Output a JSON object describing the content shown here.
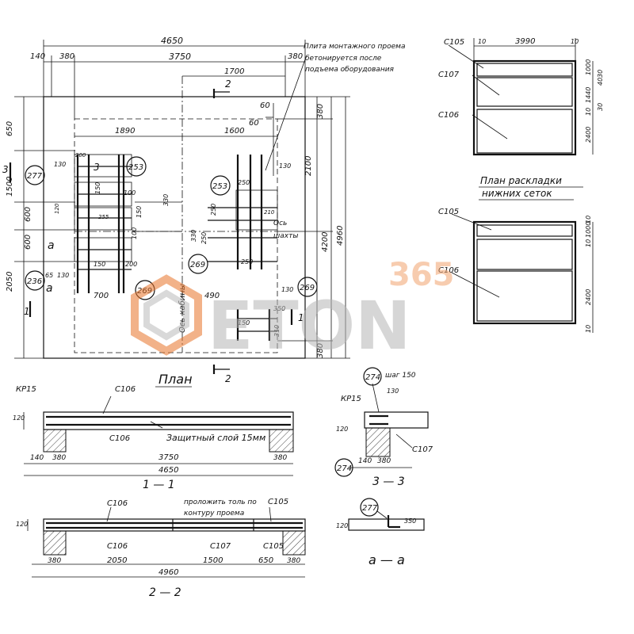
{
  "plan": {
    "title": "План",
    "dims_top": [
      "140",
      "380",
      "4650",
      "3750",
      "380",
      "1700",
      "1890",
      "1600",
      "60",
      "60"
    ],
    "dims_left": [
      "650",
      "1500",
      "600",
      "600",
      "2050",
      "65",
      "130"
    ],
    "dims_right": [
      "380",
      "2100",
      "4200",
      "4960",
      "380"
    ],
    "note": [
      "Плита монтажного проема",
      "бетонируется после",
      "подъема оборудования"
    ],
    "inner_dims": [
      "130",
      "200",
      "100",
      "250",
      "150",
      "330",
      "250",
      "210",
      "255",
      "250",
      "150",
      "150",
      "200",
      "700",
      "490",
      "130",
      "350",
      "130",
      "310",
      "330",
      "250",
      "150",
      "100",
      "120"
    ],
    "markers": [
      "277",
      "253",
      "253",
      "236",
      "269",
      "269",
      "269"
    ],
    "section_marks": {
      "s2": "2",
      "s3": "3",
      "s1": "1",
      "sa": "a"
    },
    "axis_cabin": "Ось кабины",
    "axis_shaft": [
      "Ось",
      "шахты"
    ]
  },
  "layout_plan": {
    "title": [
      "План раскладки",
      "нижних сеток"
    ],
    "dims": [
      "10",
      "3990",
      "10",
      "1000",
      "30",
      "40",
      "1440",
      "10",
      "30",
      "2400"
    ],
    "labels": [
      "С105",
      "С107",
      "С106",
      "С105",
      "С106"
    ],
    "dims2": [
      "10",
      "1000",
      "10",
      "2400",
      "10"
    ]
  },
  "section_11": {
    "title": "1 — 1",
    "labels": [
      "КР15",
      "С106",
      "С106",
      "Защитный слой 15мм"
    ],
    "dims": [
      "120",
      "140",
      "380",
      "3750",
      "380",
      "4650"
    ]
  },
  "section_22": {
    "title": "2 — 2",
    "labels": [
      "С106",
      "проложить толь по",
      "контуру проема",
      "С105",
      "С106",
      "С107",
      "С105"
    ],
    "dims": [
      "120",
      "380",
      "2050",
      "1500",
      "650",
      "380",
      "4960"
    ]
  },
  "section_33": {
    "title": "3 — 3",
    "labels": [
      "274",
      "шаг 150",
      "КР15",
      "130",
      "С107",
      "274"
    ],
    "dims": [
      "120",
      "140",
      "380"
    ]
  },
  "section_aa": {
    "title": "а — а",
    "labels": [
      "277"
    ],
    "dims": [
      "120",
      "350"
    ]
  },
  "watermark": {
    "top": "365",
    "main": "ETON",
    "color": "#e8742a"
  }
}
